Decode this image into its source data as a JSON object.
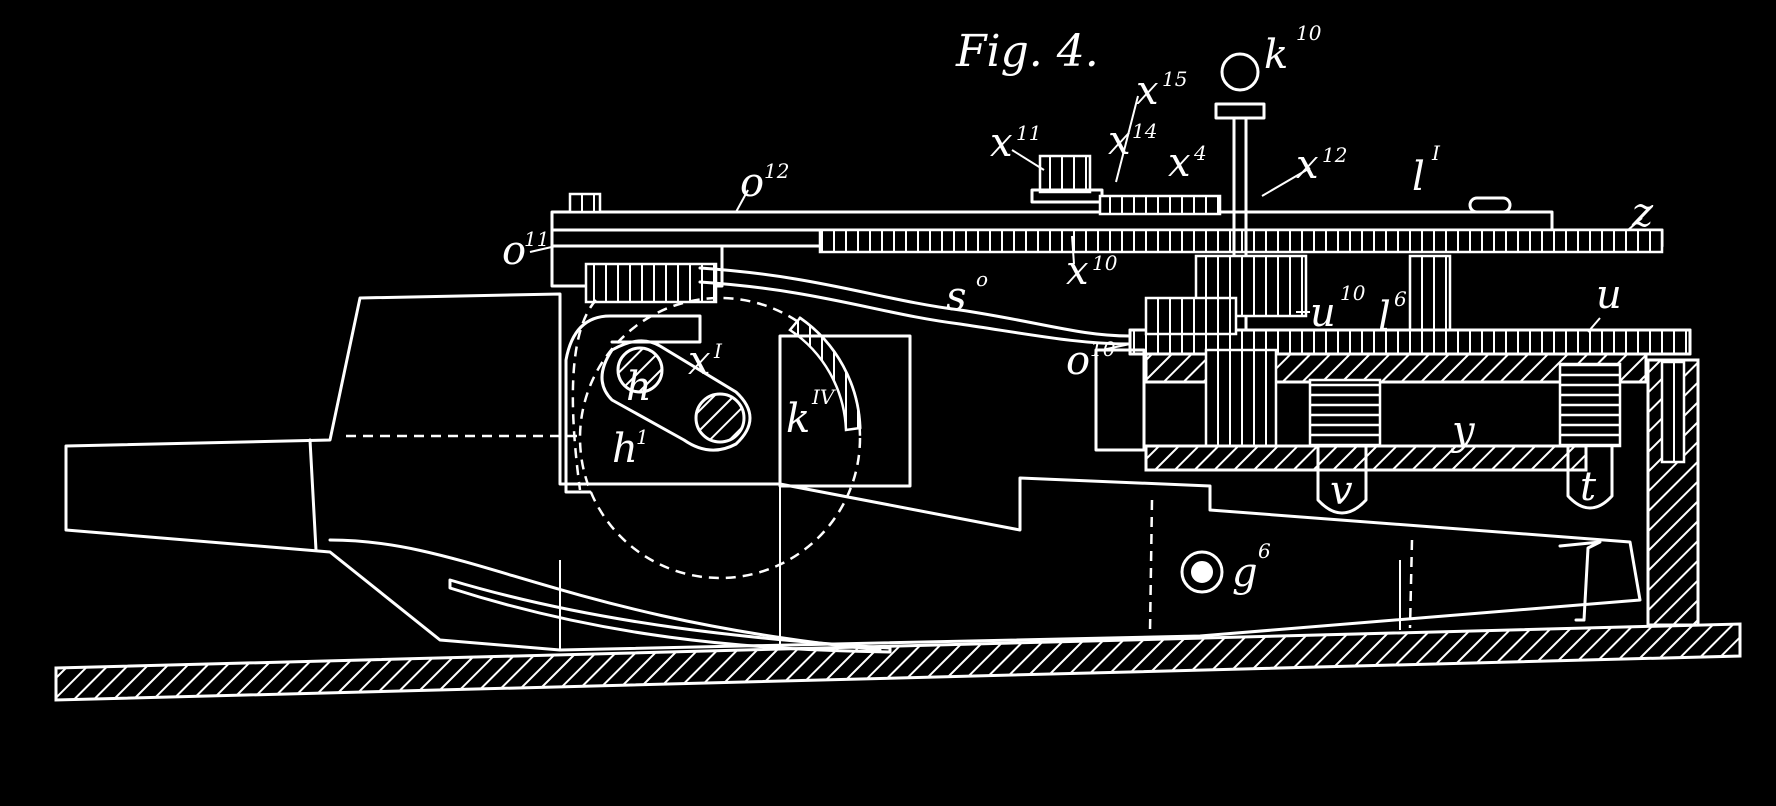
{
  "figure": {
    "title": "Fig. 4.",
    "labels": [
      {
        "id": "k10",
        "base": "k",
        "sup": "10"
      },
      {
        "id": "x15",
        "base": "x",
        "sup": "15"
      },
      {
        "id": "x11",
        "base": "x",
        "sup": "11"
      },
      {
        "id": "x14",
        "base": "x",
        "sup": "14"
      },
      {
        "id": "x4",
        "base": "x",
        "sup": "4"
      },
      {
        "id": "x12",
        "base": "x",
        "sup": "12"
      },
      {
        "id": "l1",
        "base": "l",
        "sup": "I"
      },
      {
        "id": "z",
        "base": "z",
        "sup": ""
      },
      {
        "id": "o12",
        "base": "o",
        "sup": "12"
      },
      {
        "id": "o11",
        "base": "o",
        "sup": "11"
      },
      {
        "id": "x10",
        "base": "x",
        "sup": "10"
      },
      {
        "id": "s0",
        "base": "s",
        "sup": "o"
      },
      {
        "id": "u10",
        "base": "u",
        "sup": "10"
      },
      {
        "id": "l6",
        "base": "l",
        "sup": "6"
      },
      {
        "id": "u",
        "base": "u",
        "sup": ""
      },
      {
        "id": "o10",
        "base": "o",
        "sup": "10"
      },
      {
        "id": "h",
        "base": "h",
        "sup": ""
      },
      {
        "id": "xI",
        "base": "x",
        "sup": "I"
      },
      {
        "id": "k4",
        "base": "k",
        "sup": "IV"
      },
      {
        "id": "h1",
        "base": "h",
        "sup": "1"
      },
      {
        "id": "y",
        "base": "y",
        "sup": ""
      },
      {
        "id": "v",
        "base": "v",
        "sup": ""
      },
      {
        "id": "t",
        "base": "t",
        "sup": ""
      },
      {
        "id": "g6",
        "base": "g",
        "sup": "6"
      }
    ]
  },
  "colors": {
    "background": "#000000",
    "ink": "#ffffff"
  }
}
